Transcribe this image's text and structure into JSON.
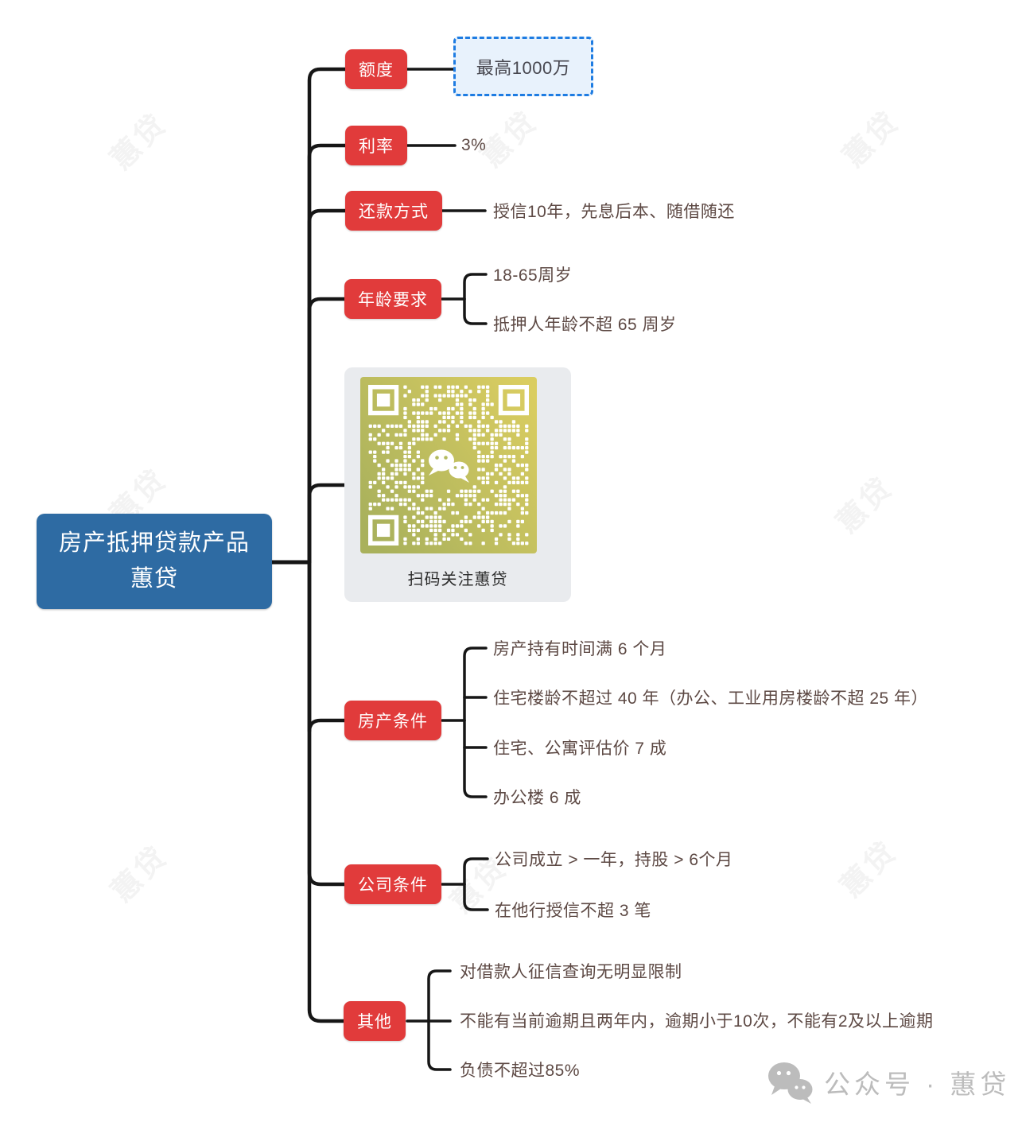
{
  "root": {
    "title_line1": "房产抵押贷款产品",
    "title_line2": "蕙贷"
  },
  "branches": [
    {
      "label": "额度",
      "leaves": [
        "最高1000万"
      ]
    },
    {
      "label": "利率",
      "leaves": [
        "3%"
      ]
    },
    {
      "label": "还款方式",
      "leaves": [
        "授信10年，先息后本、随借随还"
      ]
    },
    {
      "label": "年龄要求",
      "leaves": [
        "18-65周岁",
        "抵押人年龄不超 65 周岁"
      ]
    },
    {
      "label": "房产条件",
      "leaves": [
        "房产持有时间满 6 个月",
        "住宅楼龄不超过 40 年（办公、工业用房楼龄不超 25 年）",
        "住宅、公寓评估价 7 成",
        "办公楼 6 成"
      ]
    },
    {
      "label": "公司条件",
      "leaves": [
        "公司成立 > 一年，持股 > 6个月",
        "在他行授信不超 3 笔"
      ]
    },
    {
      "label": "其他",
      "leaves": [
        "对借款人征信查询无明显限制",
        "不能有当前逾期且两年内，逾期小于10次，不能有2及以上逾期",
        "负债不超过85%"
      ]
    }
  ],
  "qr_card": {
    "caption": "扫码关注蕙贷",
    "center_icon": "wechat-icon"
  },
  "watermark": {
    "text": "蕙贷"
  },
  "footer": {
    "brand_text": "公众号 · 蕙贷",
    "icon": "wechat-icon"
  },
  "colors": {
    "root_blue": "#2e6ba3",
    "topic_red": "#e13b3b",
    "callout_border_blue": "#1e7ce2",
    "callout_bg": "#e8f2fc",
    "leaf_text": "#5d4944",
    "connector_black": "#161616",
    "qr_card_gray": "#e9ebee",
    "qr_olive_dark": "#a9b15c",
    "qr_olive_light": "#dacd60",
    "footer_gray": "#bcbcbc"
  }
}
